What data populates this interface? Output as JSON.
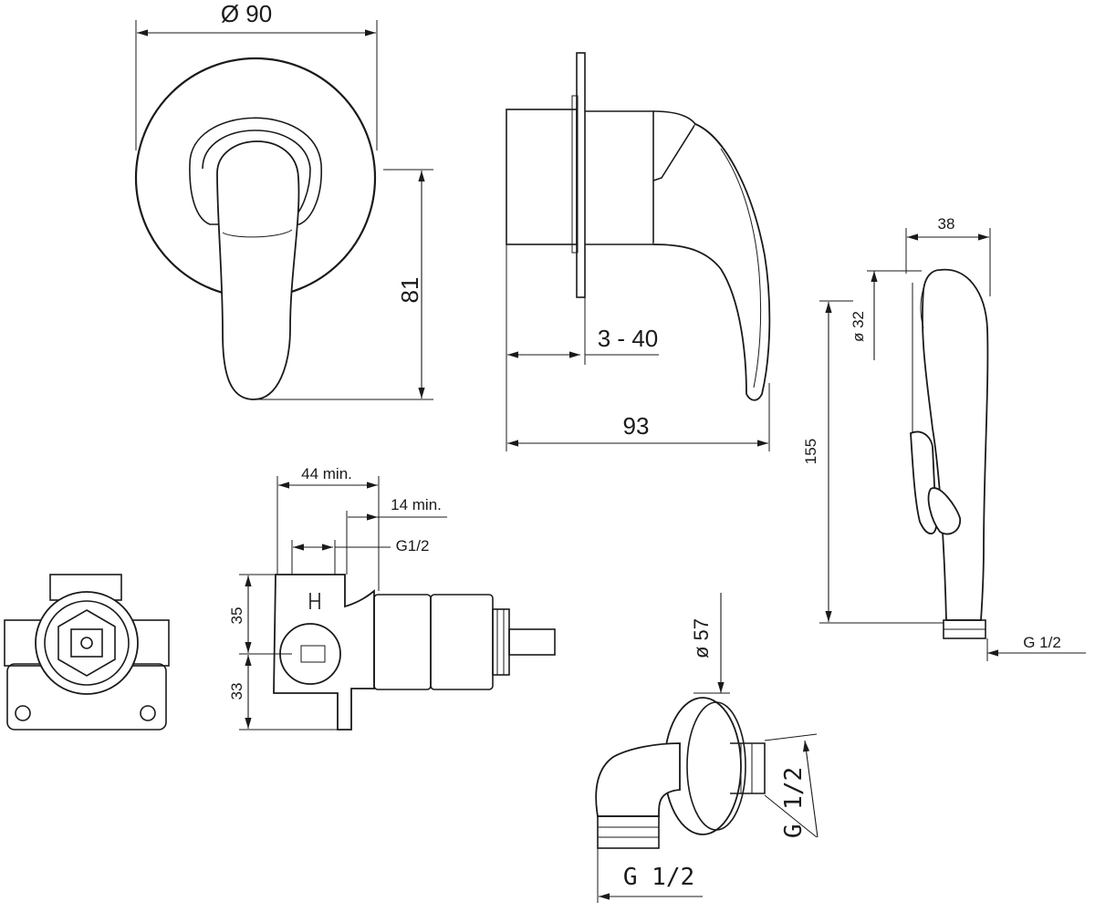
{
  "diagram": {
    "line_color": "#1a1a1a",
    "background": "#ffffff",
    "front_view": {
      "diameter_label": "Ø 90",
      "height_label": "81"
    },
    "side_view": {
      "wall_range_label": "3 - 40",
      "depth_label": "93"
    },
    "hand_shower": {
      "width_label": "38",
      "diameter_label": "ø 32",
      "length_label": "155",
      "thread_label": "G 1/2"
    },
    "valve_body": {
      "min_depth_label": "44 min.",
      "min_depth2_label": "14 min.",
      "thread_label": "G1/2",
      "upper_label": "35",
      "lower_label": "33"
    },
    "wall_outlet": {
      "diameter_label": "ø 57",
      "thread_side_label": "G 1/2",
      "thread_bottom_label": "G 1/2"
    }
  }
}
